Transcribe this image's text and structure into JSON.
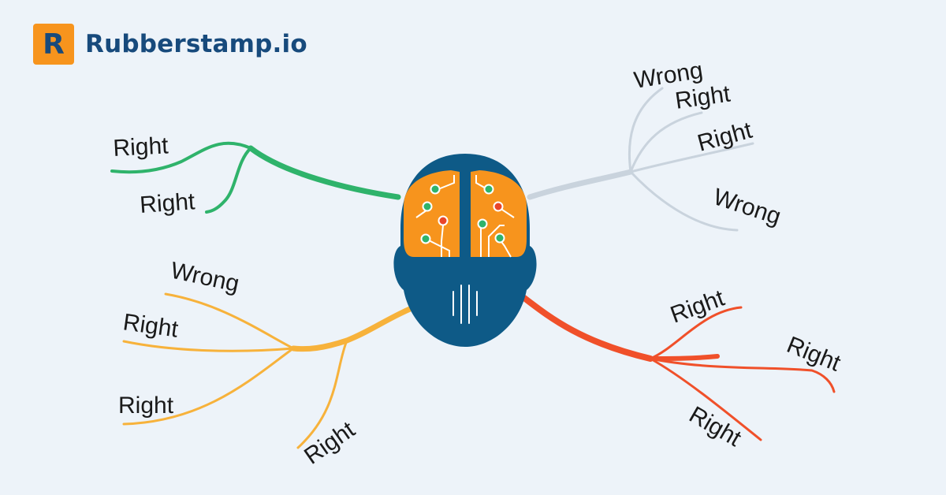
{
  "brand": {
    "logo_letter": "R",
    "name": "Rubberstamp.io",
    "colors": {
      "logo_bg": "#f7941d",
      "text": "#174a7c"
    }
  },
  "mind_map": {
    "center": {
      "icon": "brain-head-icon",
      "colors": {
        "head": "#0e5a87",
        "brain": "#f7941d",
        "node_ok": "#2fb36b",
        "node_bad": "#e9452a"
      }
    },
    "branches": [
      {
        "id": "green",
        "color": "#2fb36b",
        "leaves": [
          "Right",
          "Right"
        ]
      },
      {
        "id": "grey",
        "color": "#c9d3dd",
        "leaves": [
          "Wrong",
          "Right",
          "Right",
          "Wrong"
        ]
      },
      {
        "id": "yellow",
        "color": "#f7b23b",
        "leaves": [
          "Wrong",
          "Right",
          "Right",
          "Right"
        ]
      },
      {
        "id": "red",
        "color": "#f0502a",
        "leaves": [
          "Right",
          "Right",
          "Right"
        ]
      }
    ]
  }
}
